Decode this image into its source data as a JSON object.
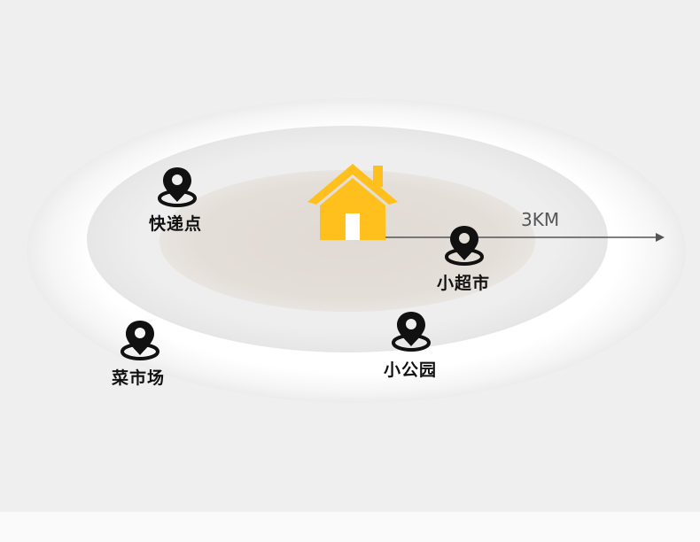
{
  "diagram": {
    "distance": "3KM",
    "places": [
      {
        "id": "express",
        "label": "快递点"
      },
      {
        "id": "supermarket",
        "label": "小超市"
      },
      {
        "id": "market",
        "label": "菜市场"
      },
      {
        "id": "park",
        "label": "小公园"
      }
    ],
    "colors": {
      "house": "#FFC01E",
      "pin": "#111111",
      "inner_zone": "#e4ded8",
      "arrow": "#555555"
    }
  }
}
